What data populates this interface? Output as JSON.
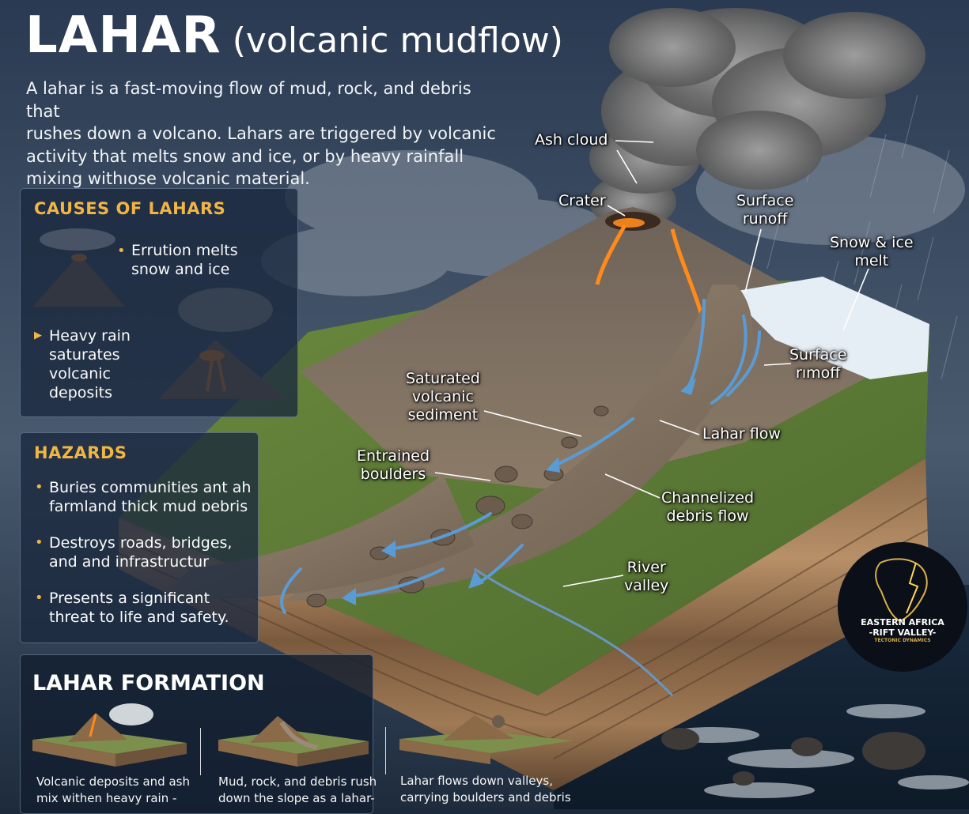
{
  "title": {
    "main": "LAHAR",
    "sub": "(volcanic mudflow)"
  },
  "intro": [
    "A lahar is a fast-moving flow of mud, rock, and debris that",
    "rushes down a volcano. Lahars are triggered by volcanic",
    "activity that melts snow and ice, or by heavy rainfall",
    "mixing withıose volcanic material."
  ],
  "causes": {
    "heading": "CAUSES OF LAHARS",
    "items": [
      {
        "lines": [
          "Errution melts",
          "snow and ice"
        ]
      },
      {
        "lines": [
          "Heavy rain",
          "saturates",
          "volcanic",
          "deposits"
        ]
      }
    ]
  },
  "hazards": {
    "heading": "HAZARDS",
    "items": [
      {
        "lines": [
          "Buries communities ant ah",
          "farmland thick mud ɒebris"
        ]
      },
      {
        "lines": [
          "Destroys roads, bridges,",
          "and and infrastructur"
        ]
      },
      {
        "lines": [
          "Presents a significant",
          "threat to life and safety."
        ]
      }
    ]
  },
  "formation": {
    "heading": "LAHAR FORMATION",
    "steps": [
      {
        "lines": [
          "Volcanic deposits and ash",
          "mix withen heavy rain -"
        ]
      },
      {
        "lines": [
          "Mud, rock, and debris rush",
          "down the slope as a lahar-"
        ]
      },
      {
        "lines": [
          "Lahar flows down valleys,",
          "carrying boulders and debris"
        ]
      }
    ]
  },
  "callouts": {
    "ash_cloud": [
      "Ash cloud"
    ],
    "crater": [
      "Crater"
    ],
    "surface_runoff_top": [
      "Surface",
      "runoff"
    ],
    "snow_ice_melt": [
      "Snow & ice",
      "melt"
    ],
    "surface_runoff_right": [
      "Surface",
      "rımoff"
    ],
    "saturated_sediment": [
      "Saturated",
      "volcanic",
      "sediment"
    ],
    "lahar_flow": [
      "Lahar flow"
    ],
    "entrained_boulders": [
      "Entrained",
      "boulders"
    ],
    "channelized_flow": [
      "Channelized",
      "debris flow"
    ],
    "river_valley": [
      "River",
      "valley"
    ]
  },
  "logo": {
    "line1": "EASTERN AFRICA",
    "line2": "-RIFT VALLEY-",
    "line3": "TECTONIC DYNAMICS"
  },
  "colors": {
    "accent": "#f0b544",
    "background": "#1c2a3c",
    "lava": "#ff8a1c",
    "water": "#5b9bd5"
  }
}
